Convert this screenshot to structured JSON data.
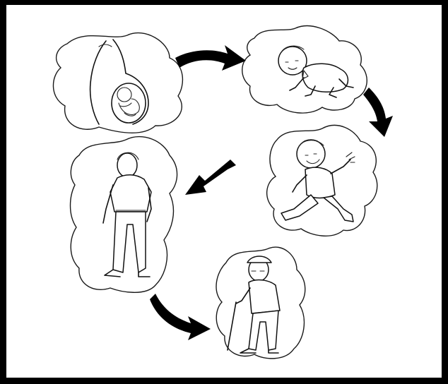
{
  "diagram": {
    "kind": "life-cycle",
    "stages": [
      {
        "id": "pregnancy",
        "icon": "pregnant-mother-with-fetus-illustration"
      },
      {
        "id": "baby",
        "icon": "crawling-baby-illustration"
      },
      {
        "id": "child",
        "icon": "walking-child-illustration"
      },
      {
        "id": "adult",
        "icon": "adult-man-illustration"
      },
      {
        "id": "elderly",
        "icon": "old-man-with-cane-illustration"
      }
    ],
    "arrow_color": "#000000",
    "outline_color": "#111111",
    "frame_color": "#000000"
  }
}
